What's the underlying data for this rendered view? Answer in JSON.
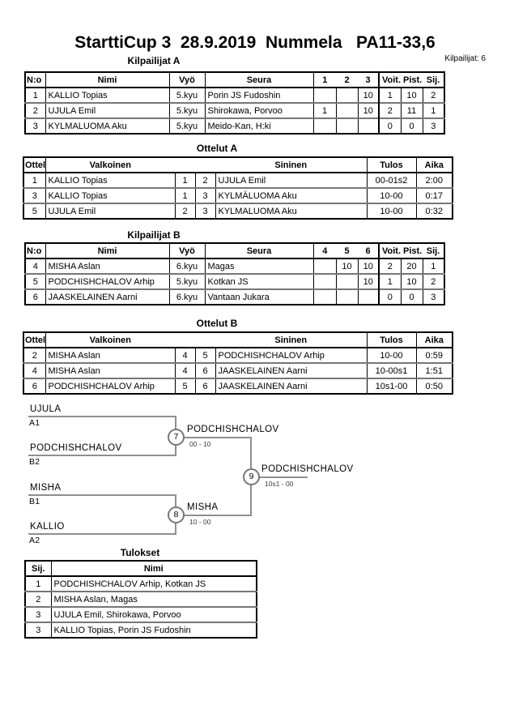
{
  "title": "StarttiCup 3  28.9.2019  Nummela   PA11-33,6",
  "competitors_count_label": "Kilpailijat: 6",
  "sections": {
    "kilpailijatA": {
      "title": "Kilpailijat A",
      "headers": [
        "N:o",
        "Nimi",
        "Vyö",
        "Seura",
        "1",
        "2",
        "3",
        "Voit.",
        "Pist.",
        "Sij."
      ],
      "rows": [
        [
          "1",
          "KALLIO Topias",
          "5.kyu",
          "Porin JS Fudoshin",
          "",
          "",
          "10",
          "1",
          "10",
          "2"
        ],
        [
          "2",
          "UJULA Emil",
          "5.kyu",
          "Shirokawa, Porvoo",
          "1",
          "",
          "10",
          "2",
          "11",
          "1"
        ],
        [
          "3",
          "KYLMALUOMA Aku",
          "5.kyu",
          "Meido-Kan, H:ki",
          "",
          "",
          "",
          "0",
          "0",
          "3"
        ]
      ]
    },
    "ottelutA": {
      "title": "Ottelut A",
      "headers": [
        "Ottelu",
        "Valkoinen",
        "",
        "",
        "Sininen",
        "Tulos",
        "Aika"
      ],
      "rows": [
        [
          "1",
          "KALLIO Topias",
          "1",
          "2",
          "UJULA Emil",
          "00-01s2",
          "2:00"
        ],
        [
          "3",
          "KALLIO Topias",
          "1",
          "3",
          "KYLMÄLUOMA Aku",
          "10-00",
          "0:17"
        ],
        [
          "5",
          "UJULA Emil",
          "2",
          "3",
          "KYLMALUOMA Aku",
          "10-00",
          "0:32"
        ]
      ]
    },
    "kilpailijatB": {
      "title": "Kilpailijat B",
      "headers": [
        "N:o",
        "Nimi",
        "Vyö",
        "Seura",
        "4",
        "5",
        "6",
        "Voit.",
        "Pist.",
        "Sij."
      ],
      "rows": [
        [
          "4",
          "MISHA Aslan",
          "6.kyu",
          "Magas",
          "",
          "10",
          "10",
          "2",
          "20",
          "1"
        ],
        [
          "5",
          "PODCHISHCHALOV Arhip",
          "5.kyu",
          "Kotkan JS",
          "",
          "",
          "10",
          "1",
          "10",
          "2"
        ],
        [
          "6",
          "JAASKELAINEN Aarni",
          "6.kyu",
          "Vantaan Jukara",
          "",
          "",
          "",
          "0",
          "0",
          "3"
        ]
      ]
    },
    "ottelutB": {
      "title": "Ottelut B",
      "headers": [
        "Ottelu",
        "Valkoinen",
        "",
        "",
        "Sininen",
        "Tulos",
        "Aika"
      ],
      "rows": [
        [
          "2",
          "MISHA Aslan",
          "4",
          "5",
          "PODCHISHCHALOV Arhip",
          "10-00",
          "0:59"
        ],
        [
          "4",
          "MISHA Aslan",
          "4",
          "6",
          "JAASKELAINEN Aarni",
          "10-00s1",
          "1:51"
        ],
        [
          "6",
          "PODCHISHCHALOV Arhip",
          "5",
          "6",
          "JAASKELAINEN Aarni",
          "10s1-00",
          "0:50"
        ]
      ]
    },
    "tulokset": {
      "title": "Tulokset",
      "headers": [
        "Sij.",
        "Nimi"
      ],
      "rows": [
        [
          "1",
          "PODCHISHCHALOV Arhip, Kotkan JS"
        ],
        [
          "2",
          "MISHA Aslan, Magas"
        ],
        [
          "3",
          "UJULA Emil, Shirokawa, Porvoo"
        ],
        [
          "3",
          "KALLIO Topias, Porin JS Fudoshin"
        ]
      ]
    }
  },
  "bracket": {
    "semifinal1": {
      "top_name": "UJULA",
      "top_seed": "A1",
      "bottom_name": "PODCHISHCHALOV",
      "bottom_seed": "B2",
      "match_number": "7",
      "winner_name": "PODCHISHCHALOV",
      "score": "00 - 10"
    },
    "semifinal2": {
      "top_name": "MISHA",
      "top_seed": "B1",
      "bottom_name": "KALLIO",
      "bottom_seed": "A2",
      "match_number": "8",
      "winner_name": "MISHA",
      "score": "10 - 00"
    },
    "final": {
      "match_number": "9",
      "winner_name": "PODCHISHCHALOV",
      "score": "10s1 - 00"
    }
  },
  "colors": {
    "text": "#000000",
    "table_border": "#000000",
    "row_separator": "#767676",
    "bracket_line": "#8f8f8f",
    "score_text": "#3a3a3a"
  }
}
